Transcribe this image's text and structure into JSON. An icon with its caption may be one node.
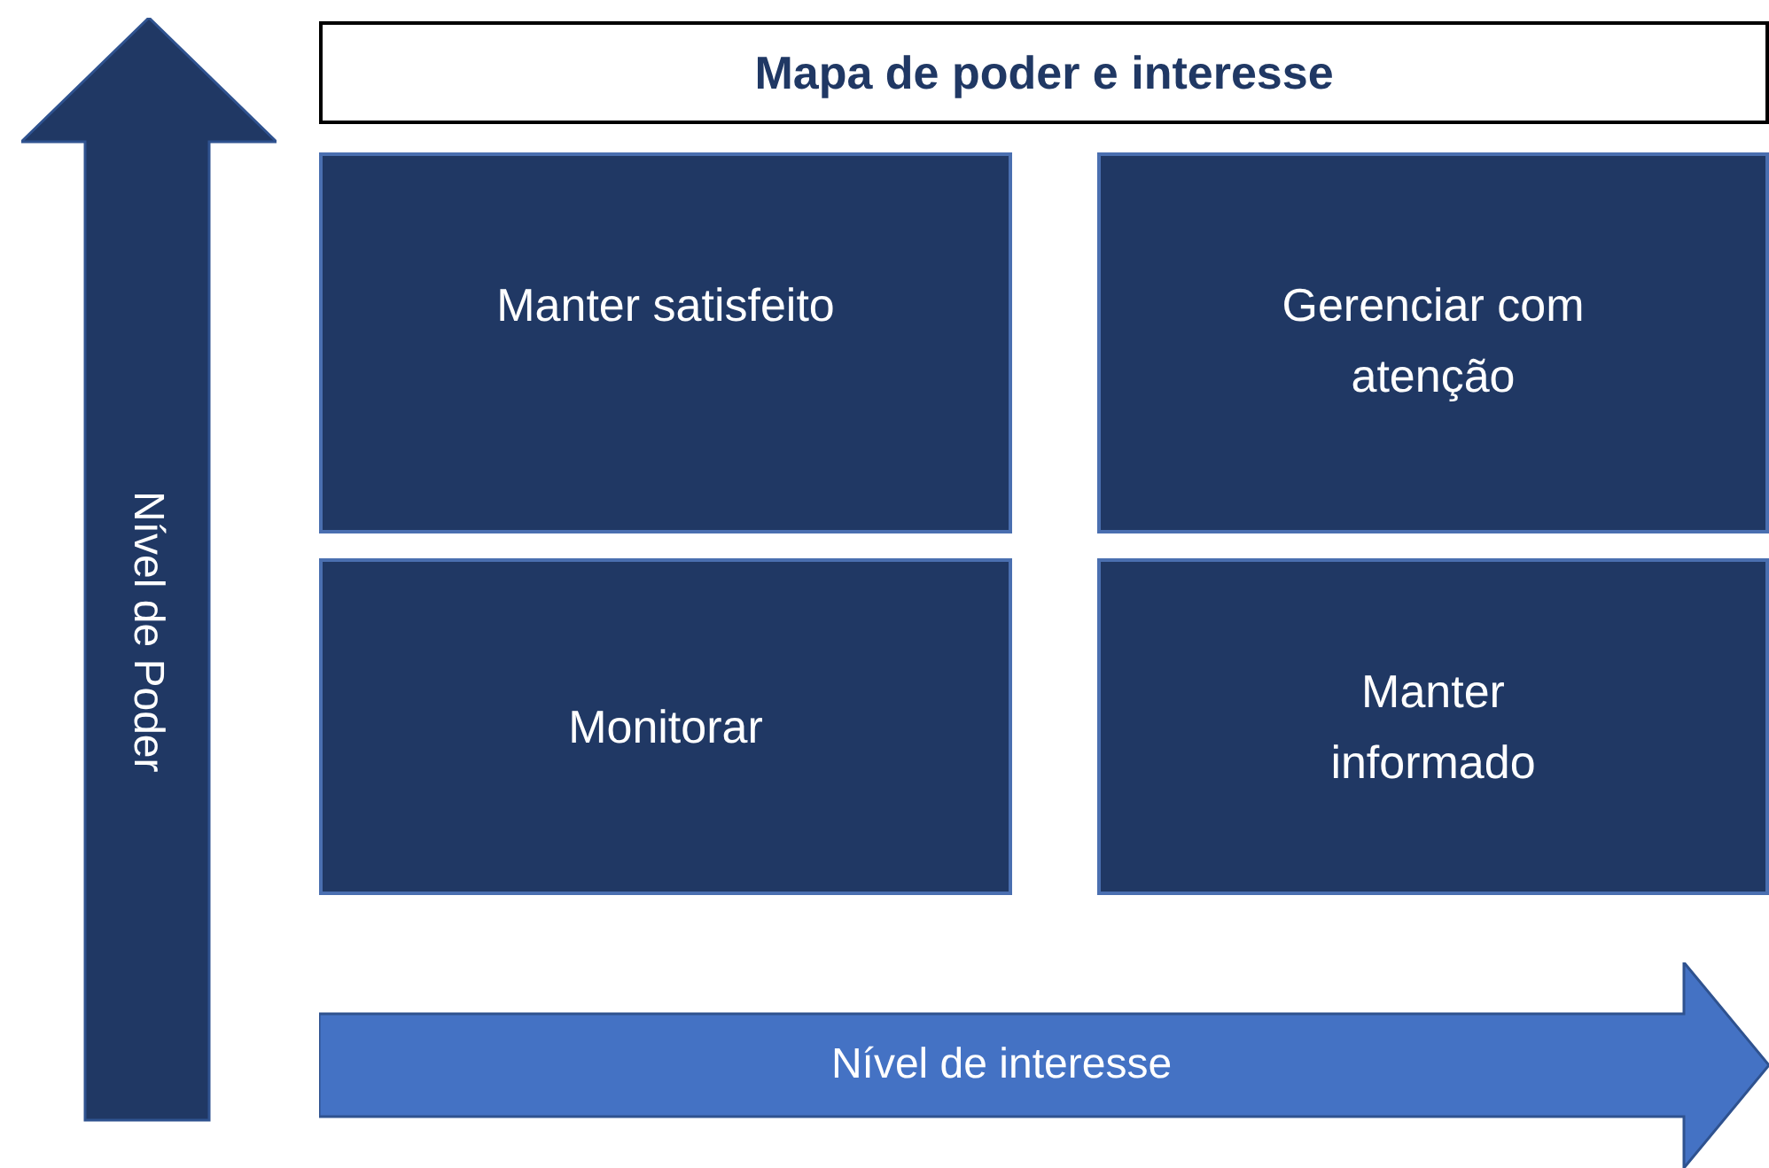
{
  "diagram": {
    "title": "Mapa de poder e interesse",
    "nodes": [
      {
        "text": [
          "Nível de Poder"
        ]
      },
      {
        "text": [
          "Manter satisfeito"
        ]
      },
      {
        "text": [
          "Gerenciar com atenção"
        ]
      },
      {
        "text": [
          "Monitorar"
        ]
      },
      {
        "text": [
          "Manter informado"
        ]
      },
      {
        "text": [
          "Nível de interesse"
        ]
      }
    ],
    "edges": []
  }
}
